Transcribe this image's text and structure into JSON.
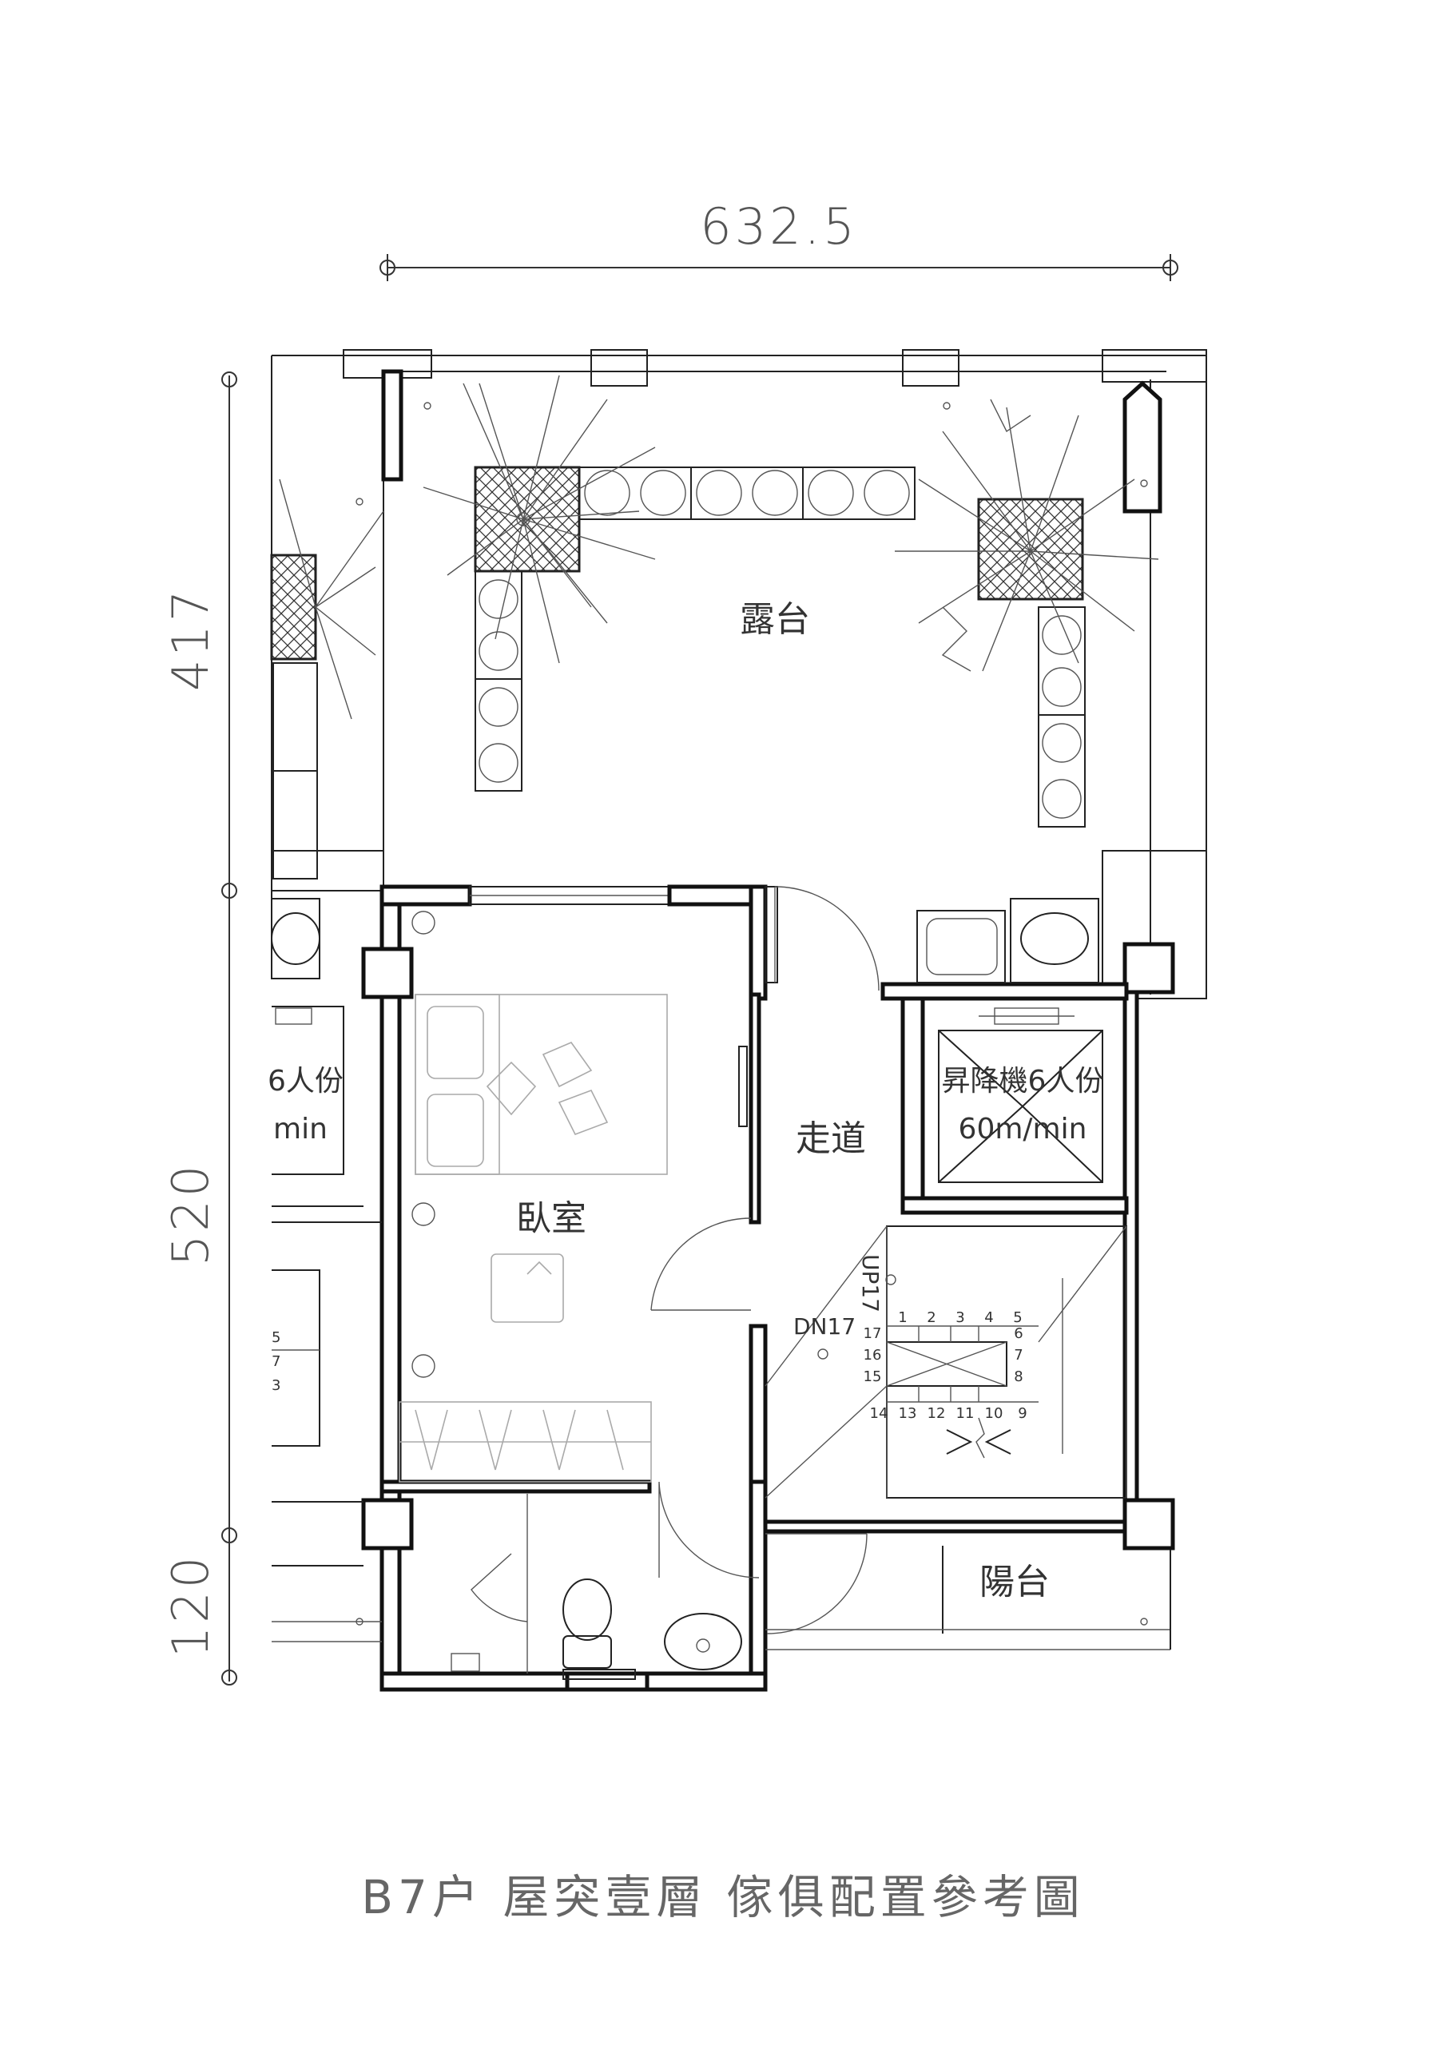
{
  "dimensions": {
    "top": "632.5",
    "left_top": "417",
    "left_middle": "520",
    "left_bottom": "120"
  },
  "rooms": {
    "terrace": "露台",
    "bedroom": "臥室",
    "corridor": "走道",
    "balcony": "陽台"
  },
  "elevator_right": {
    "line1": "昇降機6人份",
    "line2": "60m/min"
  },
  "elevator_left": {
    "line1": "6人份",
    "line2": "min"
  },
  "stairs": {
    "up_label": "UP17",
    "down_label": "DN17",
    "steps_top": [
      "1",
      "2",
      "3",
      "4",
      "5"
    ],
    "steps_right": [
      "6",
      "7",
      "8"
    ],
    "steps_bottom": [
      "14",
      "13",
      "12",
      "11",
      "10",
      "9"
    ],
    "steps_left": [
      "17",
      "16",
      "15"
    ]
  },
  "left_stair_steps": [
    "5",
    "7",
    "3"
  ],
  "caption": "B7户  屋突壹層  傢俱配置參考圖"
}
